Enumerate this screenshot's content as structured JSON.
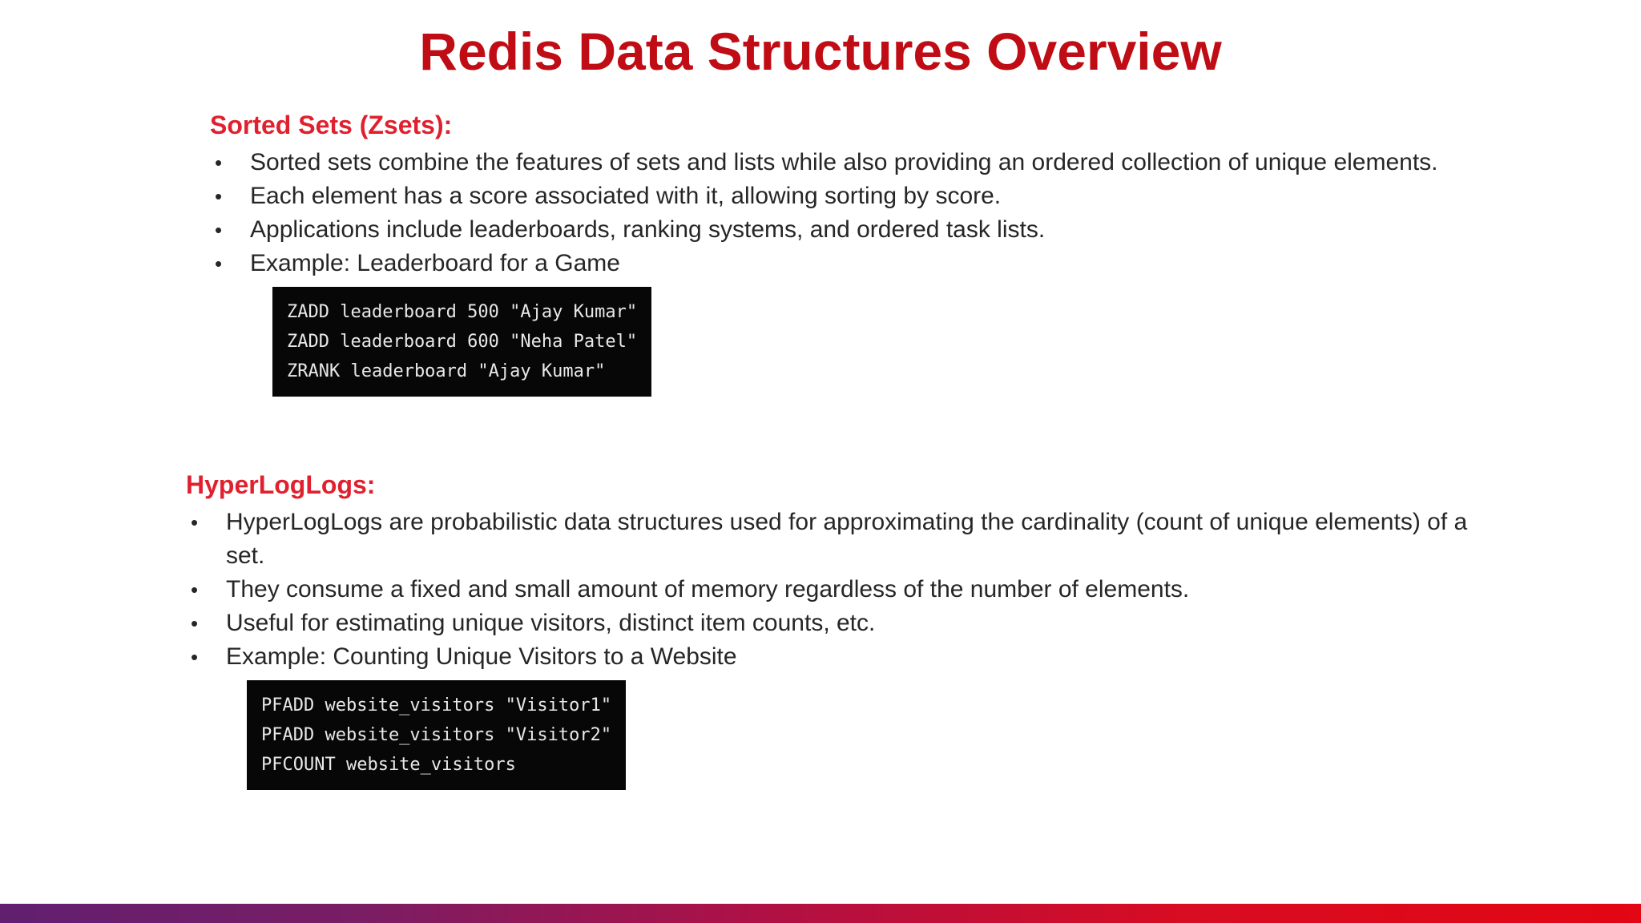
{
  "slide": {
    "title": "Redis Data Structures Overview"
  },
  "colors": {
    "title_red": "#C00D15",
    "heading_red": "#E0202E",
    "body_text": "#262626",
    "code_bg": "#070707",
    "code_text": "#E8E8E8",
    "footer_gradient_left": "#611F70",
    "footer_gradient_mid": "#B21043",
    "footer_gradient_right": "#E30613"
  },
  "sections": [
    {
      "heading": "Sorted Sets (Zsets):",
      "bullets": [
        "Sorted sets combine the features of sets and lists while also providing an ordered collection of unique elements.",
        "Each element has a score associated with it, allowing sorting by score.",
        "Applications include leaderboards, ranking systems, and ordered task lists.",
        "Example: Leaderboard for a Game"
      ],
      "code_lines": [
        "ZADD leaderboard 500 \"Ajay Kumar\"",
        "ZADD leaderboard 600 \"Neha Patel\"",
        "ZRANK leaderboard \"Ajay Kumar\""
      ]
    },
    {
      "heading": "HyperLogLogs:",
      "bullets": [
        "HyperLogLogs are probabilistic data structures used for approximating the cardinality (count of unique elements) of a set.",
        "They consume a fixed and small amount of memory regardless of the number of elements.",
        "Useful for estimating unique visitors, distinct item counts, etc.",
        "Example: Counting Unique Visitors to a Website"
      ],
      "code_lines": [
        "PFADD website_visitors \"Visitor1\"",
        "PFADD website_visitors \"Visitor2\"",
        "PFCOUNT website_visitors"
      ]
    }
  ]
}
